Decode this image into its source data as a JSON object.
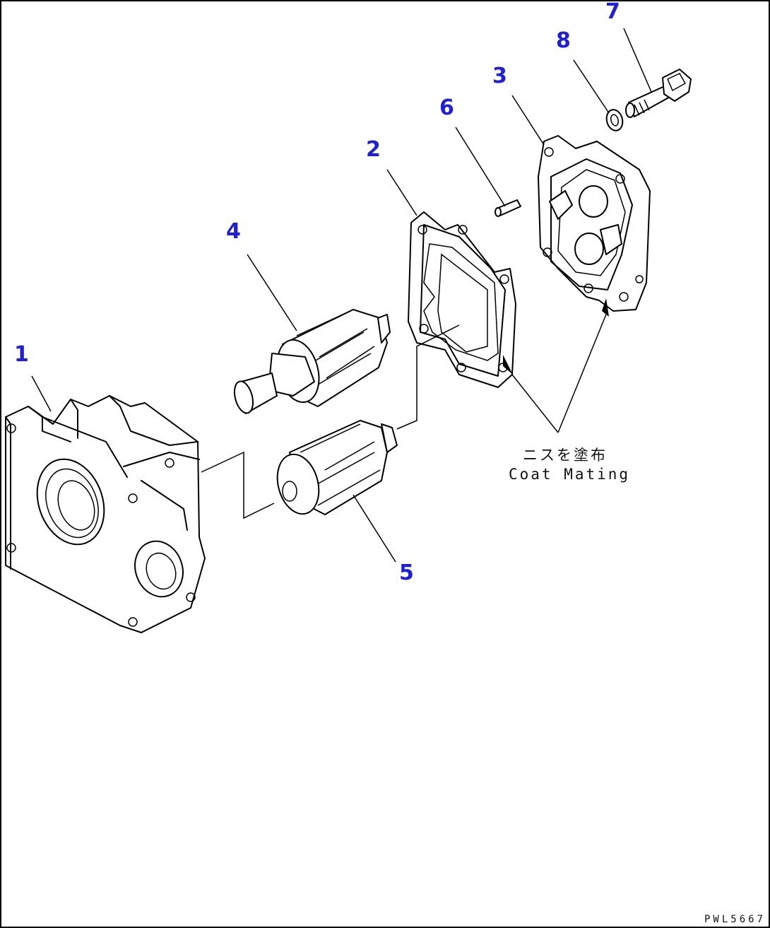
{
  "callouts": {
    "c1": "1",
    "c2": "2",
    "c3": "3",
    "c4": "4",
    "c5": "5",
    "c6": "6",
    "c7": "7",
    "c8": "8"
  },
  "note": {
    "japanese": "ニスを塗布",
    "english": "Coat Mating"
  },
  "drawing_code": "PWL5667",
  "colors": {
    "callout": "#1f1fd6",
    "line": "#000000",
    "background": "#ffffff"
  }
}
